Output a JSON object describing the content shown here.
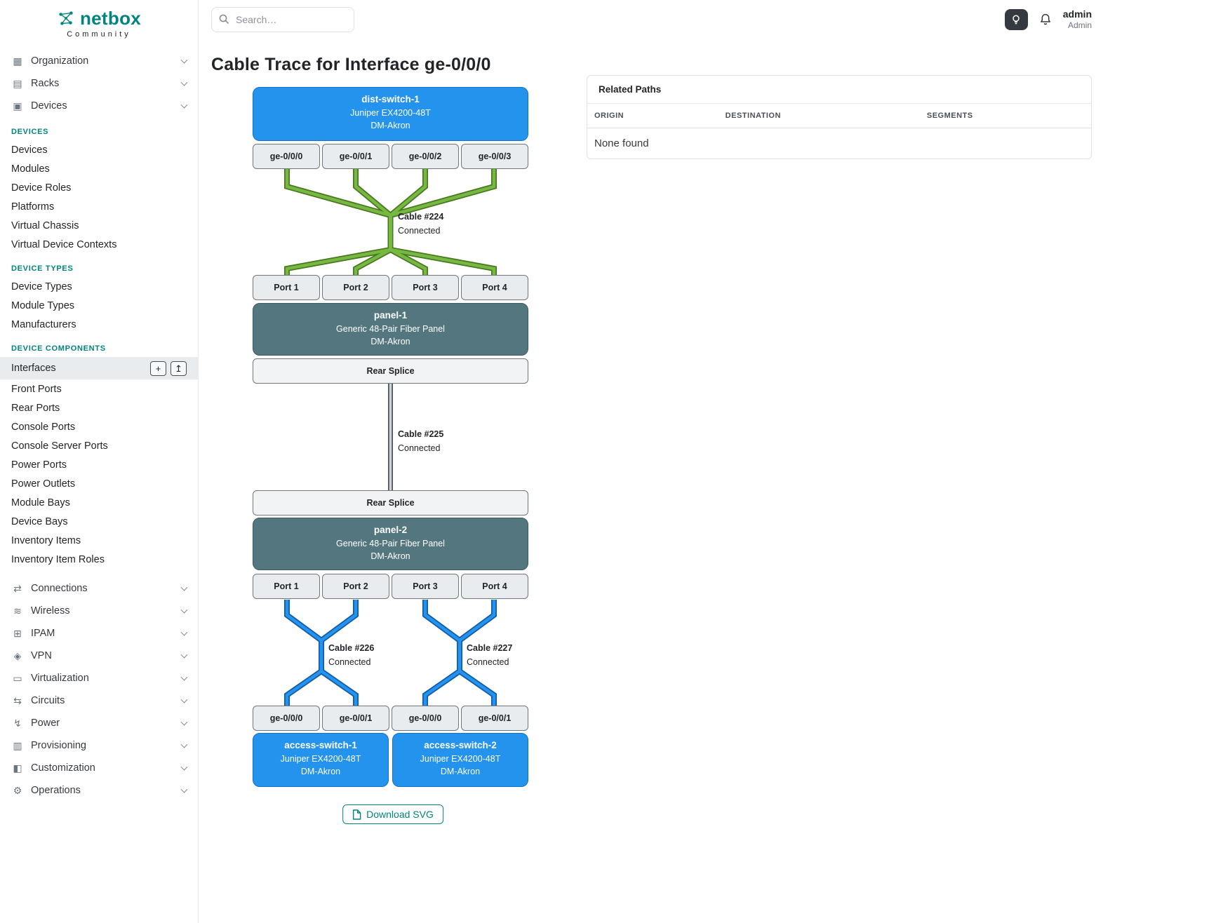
{
  "brand": {
    "name": "netbox",
    "subtitle": "Community"
  },
  "header": {
    "search_placeholder": "Search…",
    "user_name": "admin",
    "user_role": "Admin"
  },
  "sidebar": {
    "groups_top": [
      {
        "label": "Organization",
        "icon": "organization"
      },
      {
        "label": "Racks",
        "icon": "racks"
      },
      {
        "label": "Devices",
        "icon": "devices"
      }
    ],
    "sections": [
      {
        "title": "DEVICES",
        "items": [
          "Devices",
          "Modules",
          "Device Roles",
          "Platforms",
          "Virtual Chassis",
          "Virtual Device Contexts"
        ]
      },
      {
        "title": "DEVICE TYPES",
        "items": [
          "Device Types",
          "Module Types",
          "Manufacturers"
        ]
      },
      {
        "title": "DEVICE COMPONENTS",
        "items": [
          "Interfaces",
          "Front Ports",
          "Rear Ports",
          "Console Ports",
          "Console Server Ports",
          "Power Ports",
          "Power Outlets",
          "Module Bays",
          "Device Bays",
          "Inventory Items",
          "Inventory Item Roles"
        ]
      }
    ],
    "active_item": "Interfaces",
    "active_actions": [
      {
        "name": "add",
        "glyph": "+"
      },
      {
        "name": "import",
        "glyph": "↥"
      }
    ],
    "groups_bottom": [
      {
        "label": "Connections",
        "icon": "connections"
      },
      {
        "label": "Wireless",
        "icon": "wireless"
      },
      {
        "label": "IPAM",
        "icon": "ipam"
      },
      {
        "label": "VPN",
        "icon": "vpn"
      },
      {
        "label": "Virtualization",
        "icon": "virtualization"
      },
      {
        "label": "Circuits",
        "icon": "circuits"
      },
      {
        "label": "Power",
        "icon": "power"
      },
      {
        "label": "Provisioning",
        "icon": "provisioning"
      },
      {
        "label": "Customization",
        "icon": "customization"
      },
      {
        "label": "Operations",
        "icon": "operations"
      }
    ],
    "icon_glyphs": {
      "organization": "▦",
      "racks": "▤",
      "devices": "▣",
      "connections": "⇄",
      "wireless": "≋",
      "ipam": "⊞",
      "vpn": "◈",
      "virtualization": "▭",
      "circuits": "⇆",
      "power": "↯",
      "provisioning": "▥",
      "customization": "◧",
      "operations": "⚙"
    }
  },
  "page": {
    "title": "Cable Trace for Interface ge-0/0/0"
  },
  "related_paths": {
    "title": "Related Paths",
    "columns": [
      "ORIGIN",
      "DESTINATION",
      "SEGMENTS"
    ],
    "empty_message": "None found"
  },
  "trace": {
    "dist_switch": {
      "name": "dist-switch-1",
      "model": "Juniper EX4200-48T",
      "site": "DM-Akron"
    },
    "dist_interfaces": [
      "ge-0/0/0",
      "ge-0/0/1",
      "ge-0/0/2",
      "ge-0/0/3"
    ],
    "cable_224": {
      "name": "Cable #224",
      "status": "Connected"
    },
    "panel_1": {
      "name": "panel-1",
      "model": "Generic 48-Pair Fiber Panel",
      "site": "DM-Akron",
      "front_ports": [
        "Port 1",
        "Port 2",
        "Port 3",
        "Port 4"
      ],
      "rear_port": "Rear Splice"
    },
    "cable_225": {
      "name": "Cable #225",
      "status": "Connected"
    },
    "panel_2": {
      "name": "panel-2",
      "model": "Generic 48-Pair Fiber Panel",
      "site": "DM-Akron",
      "rear_port": "Rear Splice",
      "front_ports": [
        "Port 1",
        "Port 2",
        "Port 3",
        "Port 4"
      ]
    },
    "cable_226": {
      "name": "Cable #226",
      "status": "Connected"
    },
    "cable_227": {
      "name": "Cable #227",
      "status": "Connected"
    },
    "access_interfaces": [
      "ge-0/0/0",
      "ge-0/0/1",
      "ge-0/0/0",
      "ge-0/0/1"
    ],
    "access_switch_1": {
      "name": "access-switch-1",
      "model": "Juniper EX4200-48T",
      "site": "DM-Akron"
    },
    "access_switch_2": {
      "name": "access-switch-2",
      "model": "Juniper EX4200-48T",
      "site": "DM-Akron"
    },
    "download_button": "Download SVG"
  },
  "colors": {
    "brand_teal": "#00857e",
    "device_blue": "#2493ee",
    "device_blue_border": "#1372c4",
    "panel_slate": "#54777f",
    "panel_slate_border": "#3c5860",
    "cable_green": "#76b842",
    "cable_green_dark": "#49781f",
    "cable_blue": "#2493ee",
    "cable_blue_dark": "#0f5ba8",
    "cable_gray": "#cfd4d9",
    "cable_gray_dark": "#4d5358",
    "cell_bg": "#e9ecef",
    "cell_border": "#70767c"
  }
}
